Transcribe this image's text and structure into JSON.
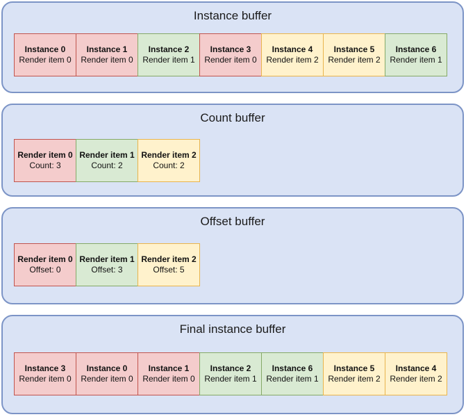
{
  "colors": {
    "panel_fill": "#dae3f5",
    "panel_border": "#7c94c6",
    "red_fill": "#f4cccc",
    "red_border": "#c0544e",
    "green_fill": "#d9ead3",
    "green_border": "#85a967",
    "yellow_fill": "#fff2cc",
    "yellow_border": "#e9b44c",
    "text": "#111111"
  },
  "panels": [
    {
      "title": "Instance buffer",
      "cells": [
        {
          "line1": "Instance 0",
          "line2": "Render item 0",
          "color": "red"
        },
        {
          "line1": "Instance 1",
          "line2": "Render item 0",
          "color": "red"
        },
        {
          "line1": "Instance 2",
          "line2": "Render item 1",
          "color": "green"
        },
        {
          "line1": "Instance 3",
          "line2": "Render item 0",
          "color": "red"
        },
        {
          "line1": "Instance 4",
          "line2": "Render item 2",
          "color": "yellow"
        },
        {
          "line1": "Instance 5",
          "line2": "Render item 2",
          "color": "yellow"
        },
        {
          "line1": "Instance 6",
          "line2": "Render item 1",
          "color": "green"
        }
      ]
    },
    {
      "title": "Count buffer",
      "cells": [
        {
          "line1": "Render item 0",
          "line2": "Count: 3",
          "color": "red"
        },
        {
          "line1": "Render item 1",
          "line2": "Count: 2",
          "color": "green"
        },
        {
          "line1": "Render item 2",
          "line2": "Count: 2",
          "color": "yellow"
        }
      ]
    },
    {
      "title": "Offset buffer",
      "cells": [
        {
          "line1": "Render item 0",
          "line2": "Offset: 0",
          "color": "red"
        },
        {
          "line1": "Render item 1",
          "line2": "Offset: 3",
          "color": "green"
        },
        {
          "line1": "Render item 2",
          "line2": "Offset: 5",
          "color": "yellow"
        }
      ]
    },
    {
      "title": "Final instance buffer",
      "cells": [
        {
          "line1": "Instance 3",
          "line2": "Render item 0",
          "color": "red"
        },
        {
          "line1": "Instance 0",
          "line2": "Render item 0",
          "color": "red"
        },
        {
          "line1": "Instance 1",
          "line2": "Render item 0",
          "color": "red"
        },
        {
          "line1": "Instance 2",
          "line2": "Render item 1",
          "color": "green"
        },
        {
          "line1": "Instance 6",
          "line2": "Render item 1",
          "color": "green"
        },
        {
          "line1": "Instance 5",
          "line2": "Render item 2",
          "color": "yellow"
        },
        {
          "line1": "Instance 4",
          "line2": "Render item 2",
          "color": "yellow"
        }
      ]
    }
  ]
}
